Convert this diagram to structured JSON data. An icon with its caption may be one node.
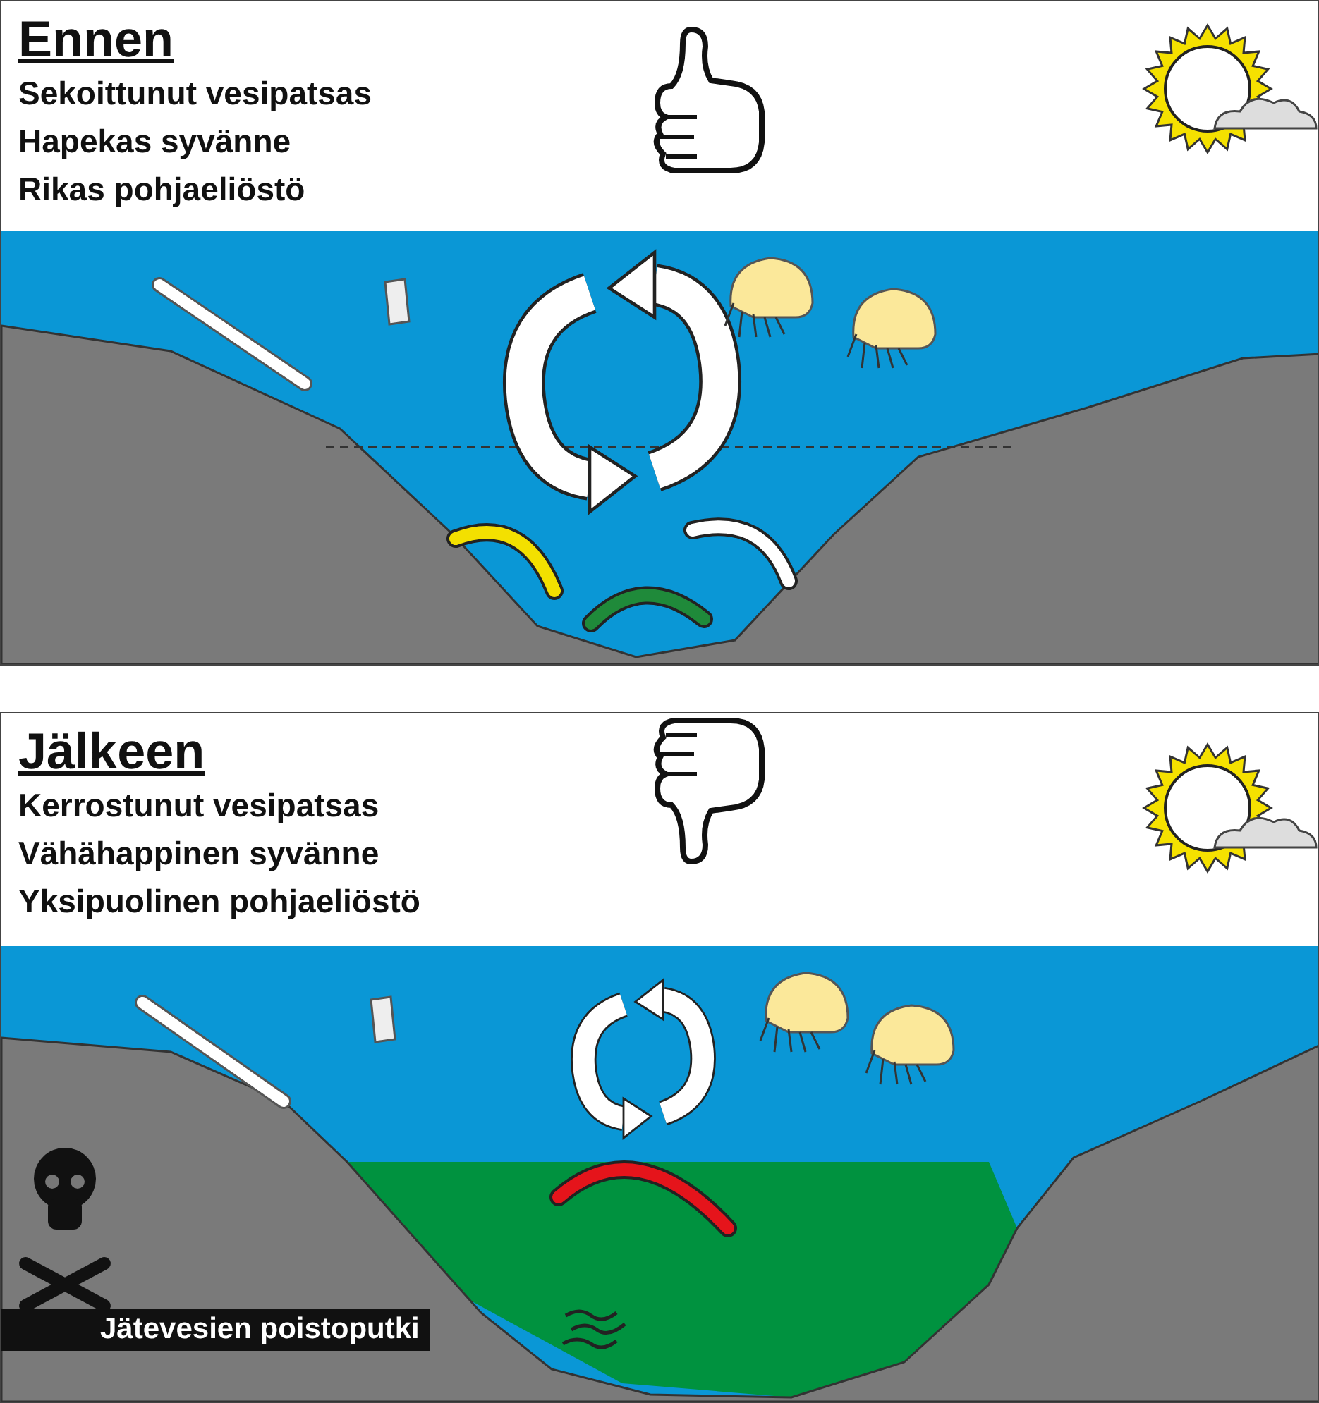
{
  "diagram": {
    "nodes": [
      {
        "text": [
          "Ennen",
          "Sekoittunut vesipatsas",
          "Hapekas syvänne",
          "Rikas pohjaeliöstö"
        ]
      },
      {
        "text": [
          "Jälkeen",
          "Kerrostunut vesipatsas",
          "Vähähappinen syvänne",
          "Yksipuolinen pohjaeliöstö"
        ]
      },
      {
        "text": [
          "Jätevesien poistoputki"
        ],
        "in": 1
      }
    ],
    "edges": []
  }
}
